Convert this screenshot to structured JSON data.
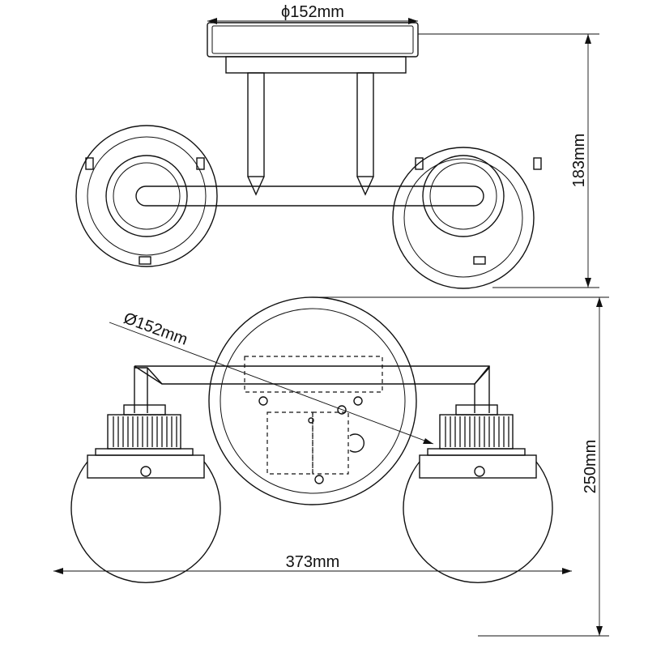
{
  "dimensions": {
    "top_diameter": "ϕ152mm",
    "top_height": "183mm",
    "front_diameter": "Ø152mm",
    "front_width": "373mm",
    "front_height": "250mm"
  }
}
